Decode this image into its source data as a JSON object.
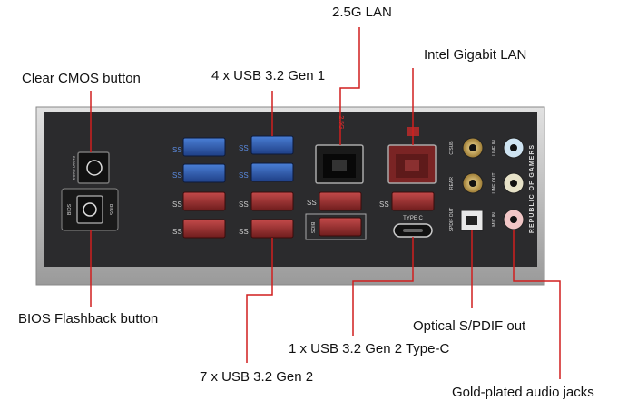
{
  "callouts": {
    "lan_25g": "2.5G LAN",
    "intel_lan": "Intel Gigabit LAN",
    "usb_gen1": "4 x USB 3.2 Gen 1",
    "clear_cmos": "Clear CMOS button",
    "bios_flashback": "BIOS Flashback  button",
    "spdif": "Optical S/PDIF out",
    "usb_typec": "1 x USB 3.2 Gen 2 Type-C",
    "usb_gen2": "7 x USB 3.2 Gen 2",
    "audio": "Gold-plated audio jacks"
  },
  "panel_labels": {
    "clear_cmos": "CLEAR CMOS",
    "bios_left": "BIOS",
    "bios_right": "BIOS",
    "lan_25g": "2.5G",
    "bios_box": "BIOS",
    "type_c": "TYPE C",
    "c_sub": "C/SUB",
    "rear": "REAR",
    "spdif_out": "SPDIF OUT",
    "line_in": "LINE IN",
    "line_out": "LINE OUT",
    "mic_in": "MIC IN",
    "brand": "REPUBLIC OF GAMERS"
  },
  "colors": {
    "panel": "#2b2b2d",
    "frame": "#c8c8c8",
    "usb_gen1": "#2f5fb8",
    "usb_gen2": "#a13232",
    "leader": "#d01f1f",
    "lan_red": "#a52a2a",
    "gold": "#c9a457"
  }
}
